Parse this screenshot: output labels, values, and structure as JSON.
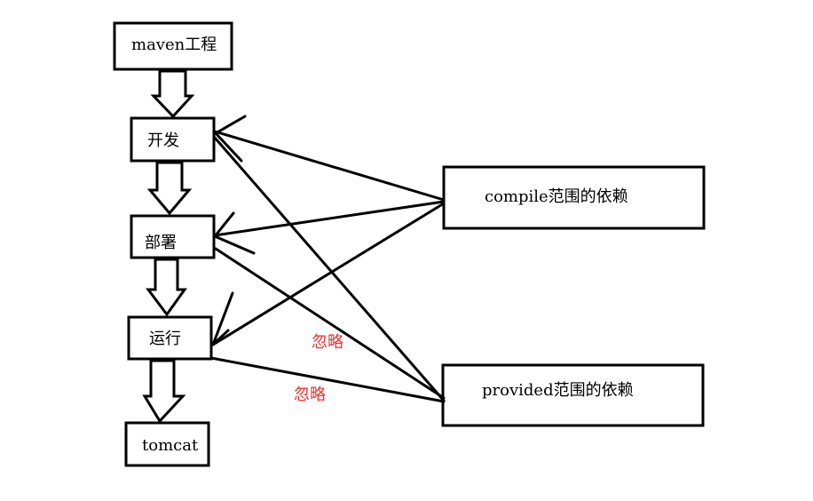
{
  "nodes": {
    "maven": "maven工程",
    "develop": "开发",
    "deploy": "部署",
    "run": "运行",
    "tomcat": "tomcat",
    "compile": "compile范围的依赖",
    "provided": "provided范围的依赖"
  },
  "notes": {
    "ignore_1": "忽略",
    "ignore_2": "忽略"
  },
  "colors": {
    "stroke": "#000000",
    "note": "#e8312f",
    "background": "#ffffff"
  }
}
